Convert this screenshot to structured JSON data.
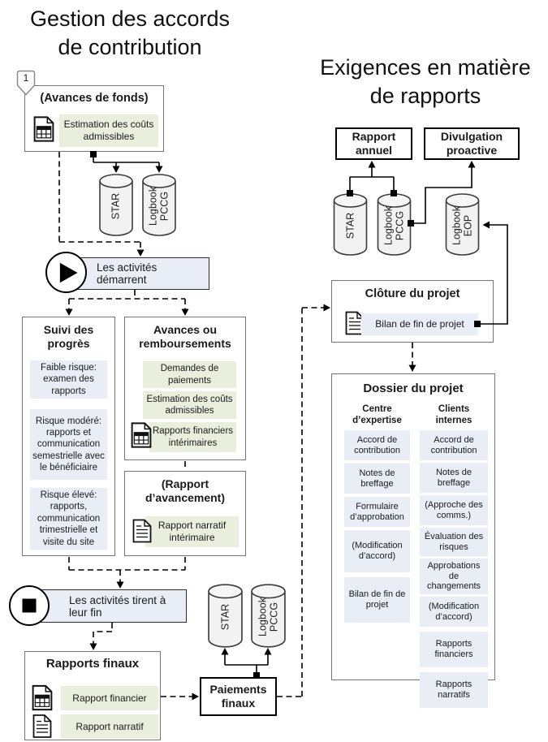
{
  "d": {
    "left": {
      "title": "Gestion des accords\nde contribution",
      "marker": "1",
      "avances": {
        "title": "(Avances de fonds)",
        "item": "Estimation des coûts admissibles"
      },
      "cyl1": "STAR",
      "cyl2": "Logbook\nPCCG",
      "start": "Les activités démarrent",
      "suivi": {
        "title": "Suivi des progrès",
        "items": [
          "Faible risque: examen des rapports",
          "Risque modéré: rapports et communication semestrielle avec le bénéficiaire",
          "Risque élevé: rapports, communication trimestrielle et visite du site"
        ]
      },
      "avrem": {
        "title": "Avances ou remboursements",
        "items": [
          "Demandes de paiements",
          "Estimation des coûts admissibles",
          "Rapports financiers intérimaires"
        ]
      },
      "rapav": {
        "title": "(Rapport d’avancement)",
        "item": "Rapport narratif intérimaire"
      },
      "end": "Les activités tirent à leur fin",
      "rfinaux": {
        "title": "Rapports finaux",
        "items": [
          "Rapport financier",
          "Rapport narratif"
        ]
      },
      "paiements": "Paiements finaux"
    },
    "right": {
      "title": "Exigences en matière\nde rapports",
      "annuel": "Rapport annuel",
      "divulgation": "Divulgation proactive",
      "cyl1": "STAR",
      "cyl2": "Logbook\nPCCG",
      "cyl3": "Logbook\nEOP",
      "cloture": {
        "title": "Clôture du projet",
        "item": "Bilan de fin de projet"
      },
      "dossier": {
        "title": "Dossier du projet",
        "col1_header": "Centre\nd’expertise",
        "col2_header": "Clients\ninternes",
        "col1": [
          "Accord de contribution",
          "Notes de breffage",
          "Formulaire d’approbation",
          "(Modification d’accord)",
          "Bilan de fin de projet"
        ],
        "col2": [
          "Accord de contribution",
          "Notes de breffage",
          "(Approche des comms.)",
          "Évaluation des risques",
          "Approbations de changements",
          "(Modification d’accord)",
          "Rapports financiers",
          "Rapports narratifs"
        ]
      }
    },
    "colors": {
      "chip_green": "#e9efdc",
      "chip_blue": "#e8edf6",
      "cylinder_fill": "#f2f2f2"
    }
  }
}
